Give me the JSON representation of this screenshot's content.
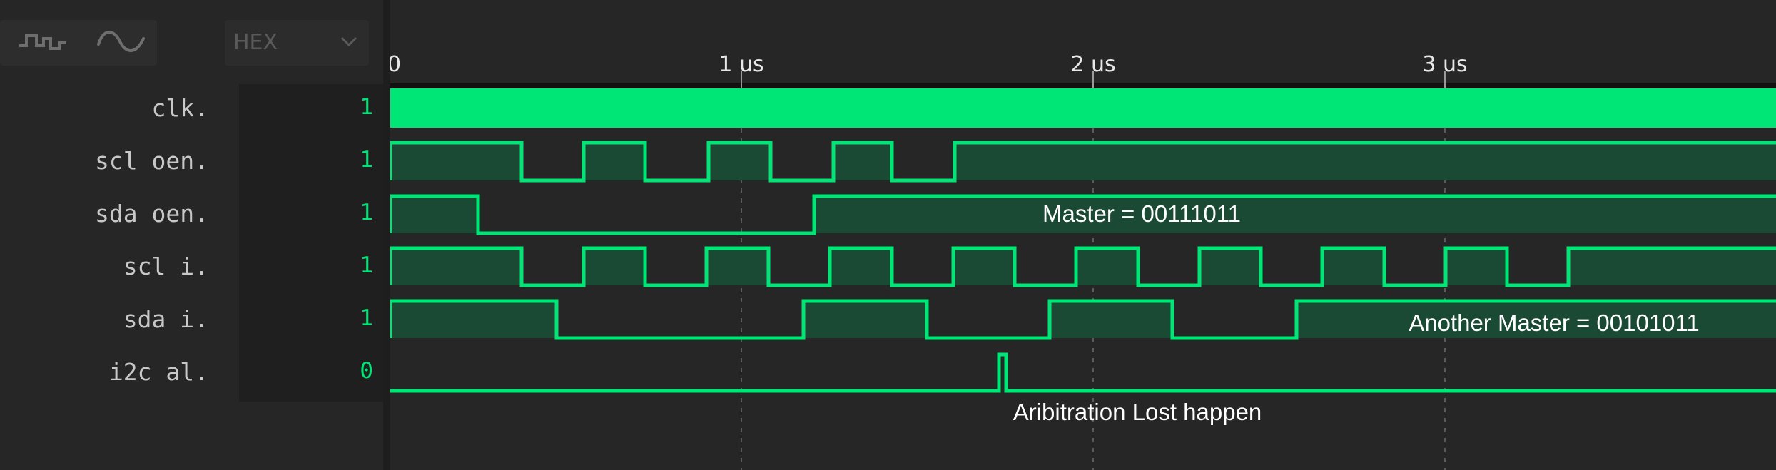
{
  "toolbar": {
    "step_icon": "step-waveform-icon",
    "analog_icon": "analog-waveform-icon",
    "radix_value": "HEX",
    "radix_chevron": "chevron-down-icon"
  },
  "timeline": {
    "zero_label": "0",
    "ticks": [
      "1 us",
      "2 us",
      "3 us"
    ]
  },
  "signals": [
    {
      "name": "clk.",
      "value": "1"
    },
    {
      "name": "scl oen.",
      "value": "1"
    },
    {
      "name": "sda oen.",
      "value": "1"
    },
    {
      "name": "scl i.",
      "value": "1"
    },
    {
      "name": "sda i.",
      "value": "1"
    },
    {
      "name": "i2c al.",
      "value": "0"
    }
  ],
  "annotations": {
    "master": "Master = 00111011",
    "another_master": "Another Master = 00101011",
    "arbitration": "Aribitration Lost happen"
  },
  "colors": {
    "waveform": "#00e676",
    "waveform_fill": "#1a4a34",
    "background": "#262626"
  }
}
